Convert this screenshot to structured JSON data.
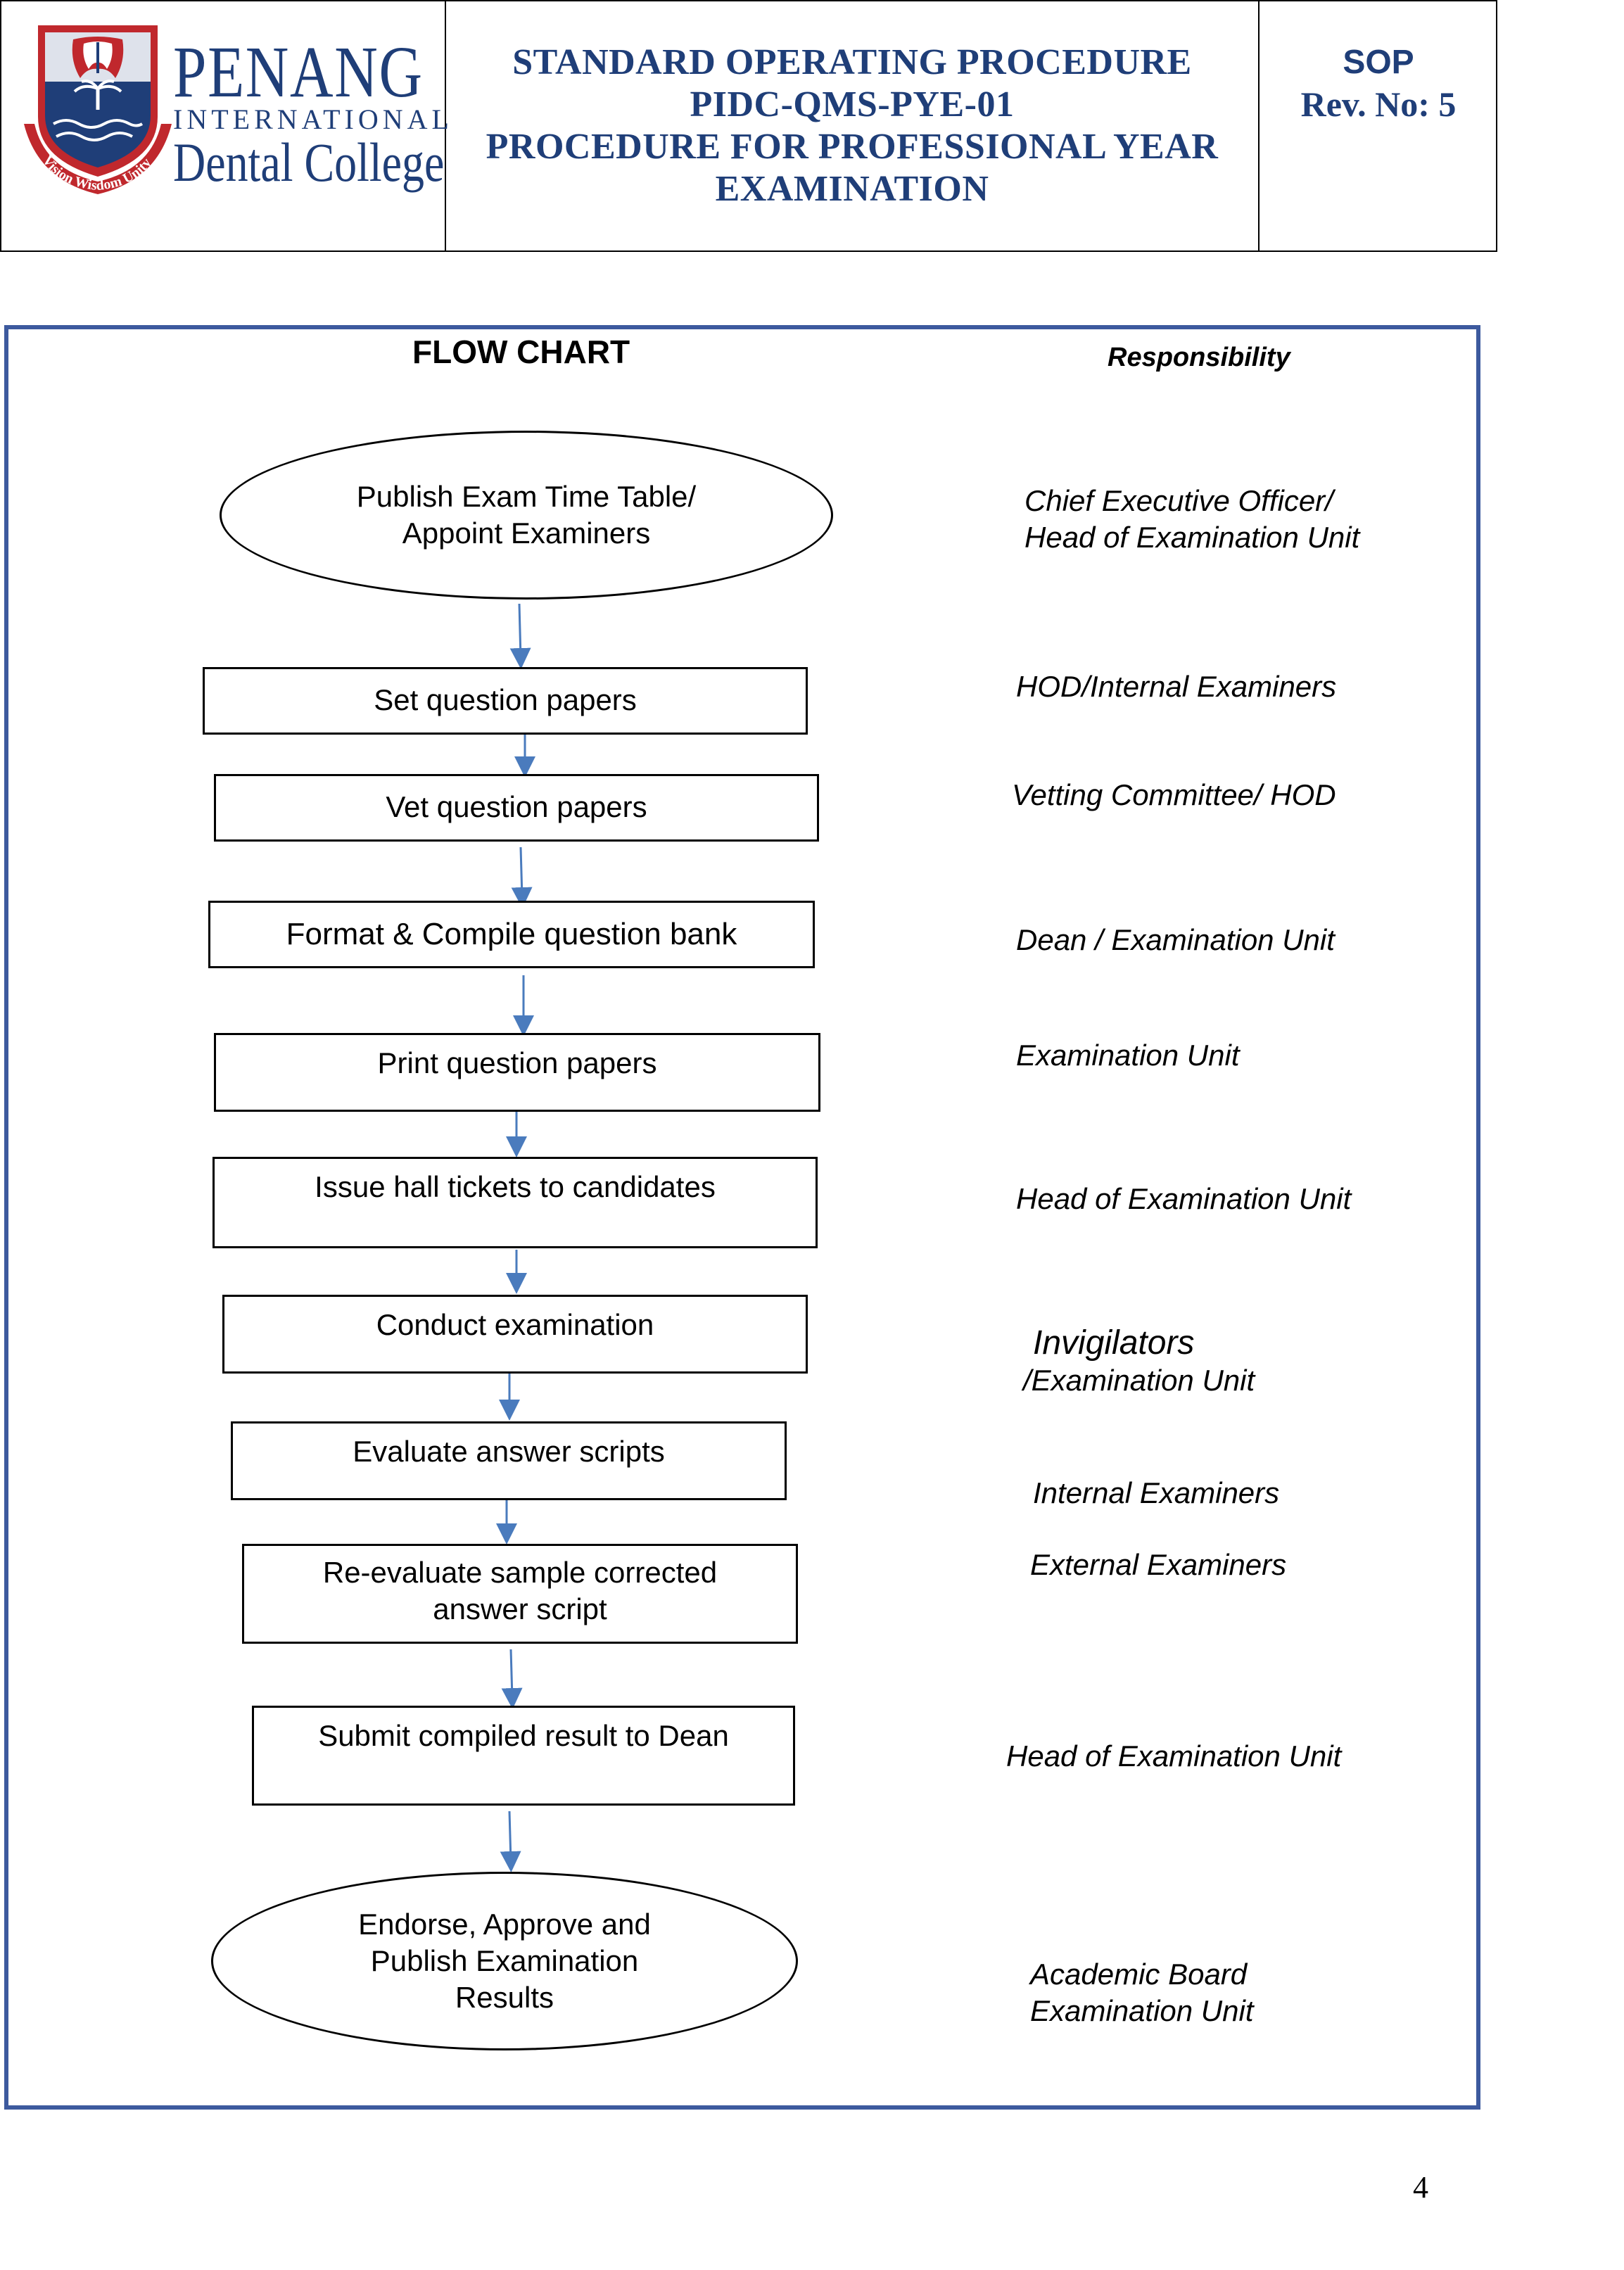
{
  "header": {
    "logo": {
      "name_line1": "PENANG",
      "name_line2": "INTERNATIONAL",
      "name_line3": "Dental College",
      "motto": "Vision Wisdom Unity"
    },
    "title_lines": [
      "STANDARD OPERATING PROCEDURE",
      "PIDC-QMS-PYE-01",
      "PROCEDURE FOR PROFESSIONAL YEAR",
      "EXAMINATION"
    ],
    "sop_label": "SOP",
    "revision": "Rev. No: 5"
  },
  "flowchart": {
    "title": "FLOW CHART",
    "responsibility_title": "Responsibility",
    "steps": [
      {
        "lines": [
          "Publish Exam Time Table/",
          "Appoint Examiners"
        ],
        "responsibility": [
          "Chief Executive Officer/",
          "Head of Examination Unit"
        ]
      },
      {
        "lines": [
          "Set question papers"
        ],
        "responsibility": [
          "HOD/Internal Examiners"
        ]
      },
      {
        "lines": [
          "Vet question papers"
        ],
        "responsibility": [
          "Vetting Committee/ HOD"
        ]
      },
      {
        "lines": [
          "Format & Compile question bank"
        ],
        "responsibility": [
          "Dean / Examination Unit"
        ]
      },
      {
        "lines": [
          "Print question papers"
        ],
        "responsibility": [
          "Examination Unit"
        ]
      },
      {
        "lines": [
          "Issue hall tickets to candidates"
        ],
        "responsibility": [
          "Head of Examination Unit"
        ]
      },
      {
        "lines": [
          "Conduct examination"
        ],
        "responsibility": [
          "Invigilators",
          "/Examination Unit"
        ]
      },
      {
        "lines": [
          "Evaluate answer scripts"
        ],
        "responsibility": [
          "Internal Examiners"
        ]
      },
      {
        "lines": [
          "Re-evaluate sample corrected",
          "answer script"
        ],
        "responsibility": [
          "External Examiners"
        ]
      },
      {
        "lines": [
          "Submit compiled result to Dean"
        ],
        "responsibility": [
          "Head of Examination Unit"
        ]
      },
      {
        "lines": [
          "Endorse, Approve and",
          "Publish Examination",
          "Results"
        ],
        "responsibility": [
          "Academic Board",
          "Examination Unit"
        ]
      }
    ]
  },
  "page_number": "4",
  "colors": {
    "title_blue": "#1f3e78",
    "frame_blue": "#3d5a9e",
    "arrow_blue": "#4a7bbd"
  }
}
